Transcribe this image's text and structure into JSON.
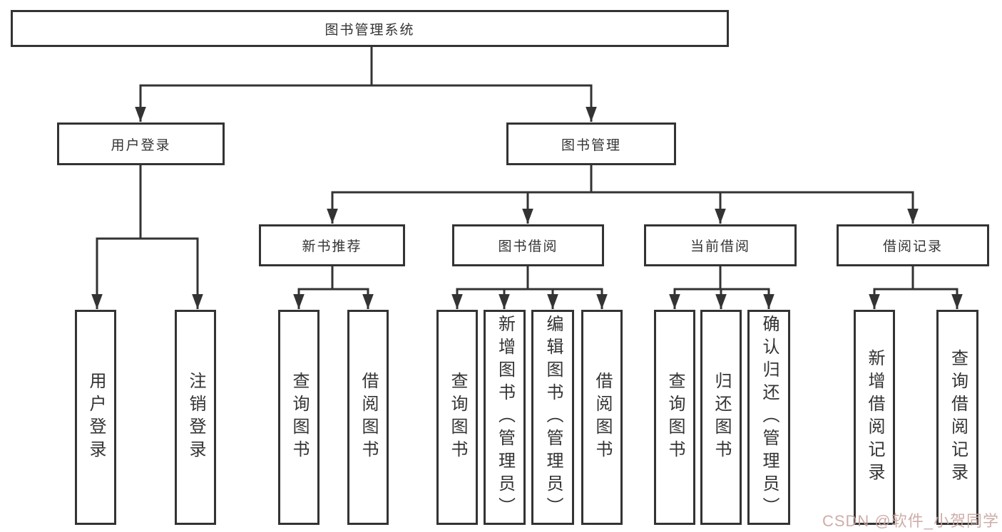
{
  "tree": {
    "root": {
      "label": "图书管理系统",
      "children": [
        {
          "label": "用户登录",
          "children": [
            {
              "label": "用户登录"
            },
            {
              "label": "注销登录"
            }
          ]
        },
        {
          "label": "图书管理",
          "children": [
            {
              "label": "新书推荐",
              "children": [
                {
                  "label": "查询图书"
                },
                {
                  "label": "借阅图书"
                }
              ]
            },
            {
              "label": "图书借阅",
              "children": [
                {
                  "label": "查询图书"
                },
                {
                  "label": "新增图书（管理员）"
                },
                {
                  "label": "编辑图书（管理员）"
                },
                {
                  "label": "借阅图书"
                }
              ]
            },
            {
              "label": "当前借阅",
              "children": [
                {
                  "label": "查询图书"
                },
                {
                  "label": "归还图书"
                },
                {
                  "label": "确认归还（管理员）"
                }
              ]
            },
            {
              "label": "借阅记录",
              "children": [
                {
                  "label": "新增借阅记录"
                },
                {
                  "label": "查询借阅记录"
                }
              ]
            }
          ]
        }
      ]
    }
  },
  "watermark": {
    "text": "CSDN @软件_小贺同学"
  },
  "colors": {
    "line": "#333333",
    "text": "#333333",
    "box_background": "#ffffff",
    "watermark": "#c9a5a0"
  }
}
